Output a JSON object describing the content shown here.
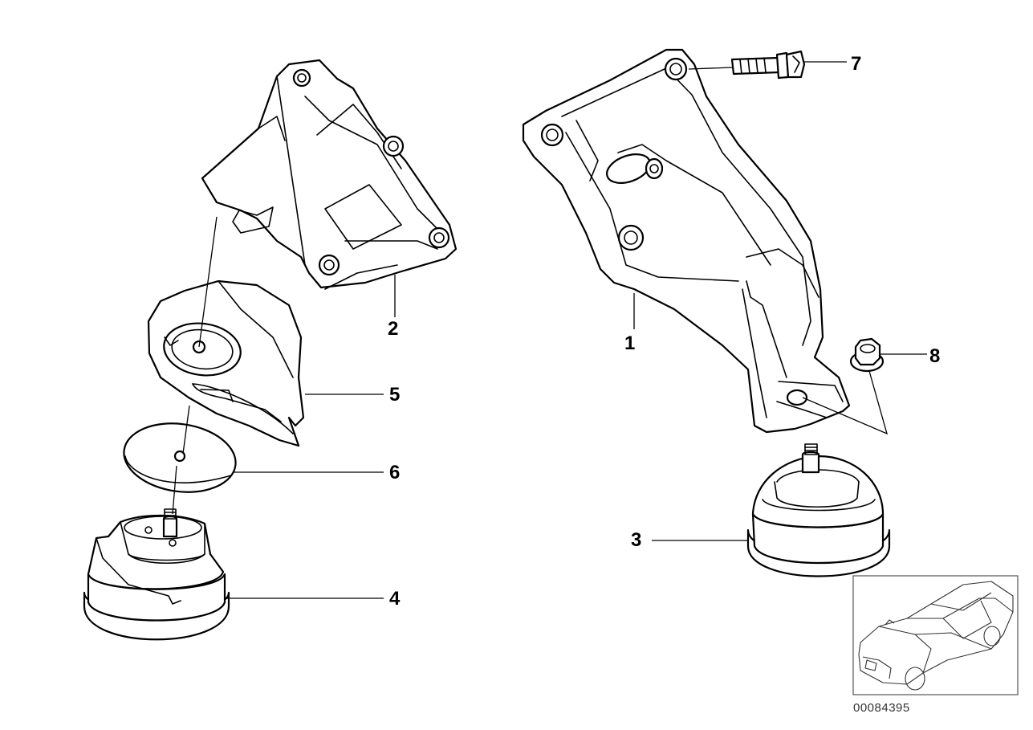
{
  "diagram": {
    "document_number": "00084395",
    "callouts": {
      "p1": "1",
      "p2": "2",
      "p3": "3",
      "p4": "4",
      "p5": "5",
      "p6": "6",
      "p7": "7",
      "p8": "8"
    },
    "line_color": "#000000",
    "background_color": "#ffffff"
  }
}
